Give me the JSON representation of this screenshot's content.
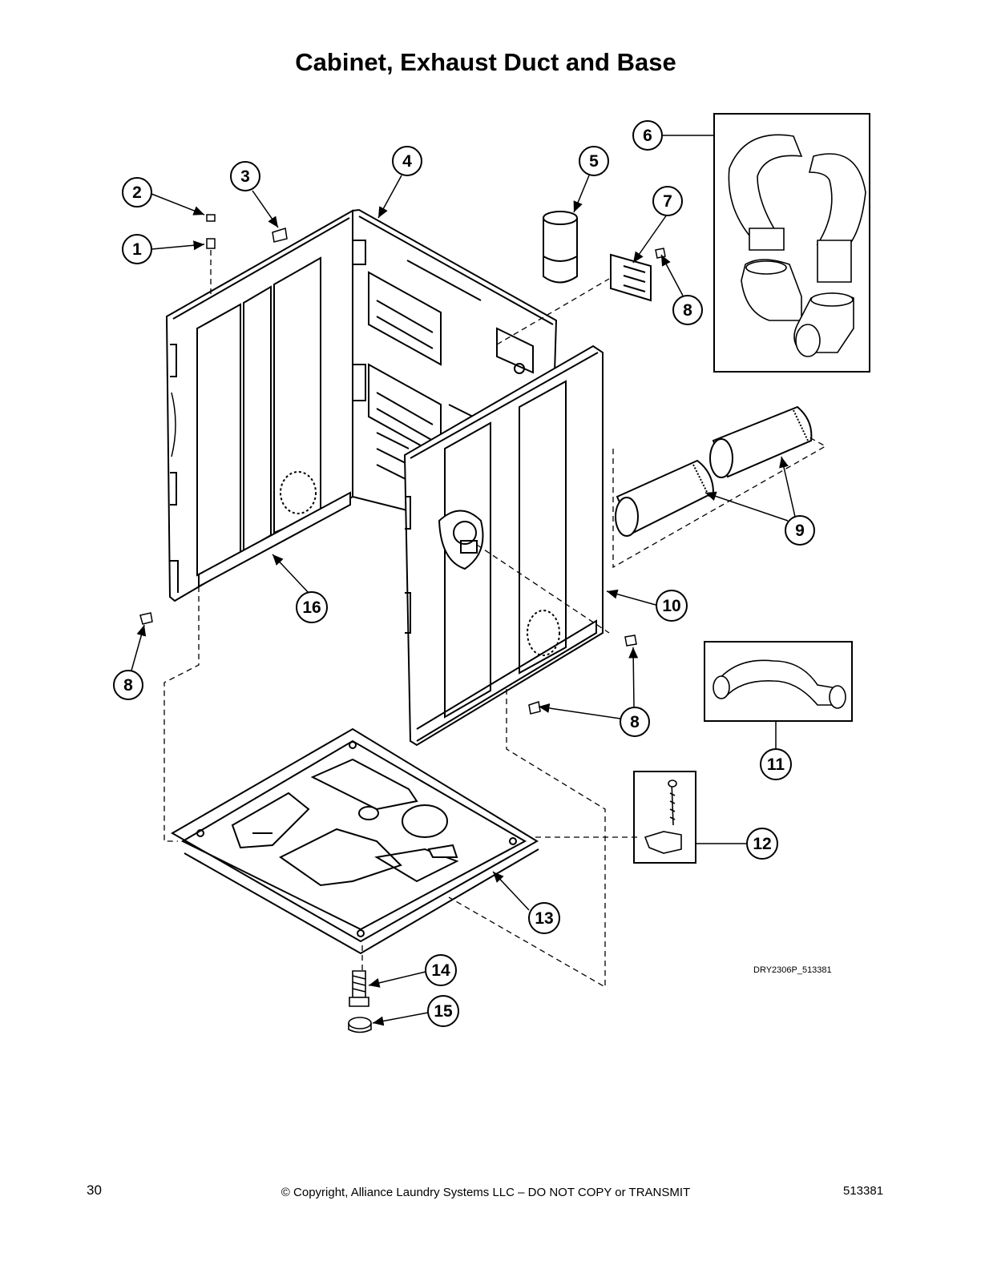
{
  "title": "Cabinet, Exhaust Duct and Base",
  "figure_id": "DRY2306P_513381",
  "footer": {
    "page_number": "30",
    "copyright": "© Copyright, Alliance Laundry Systems LLC – DO NOT COPY or TRANSMIT",
    "document_number": "513381"
  },
  "callouts": [
    {
      "key": "c1",
      "label": "1"
    },
    {
      "key": "c2",
      "label": "2"
    },
    {
      "key": "c3",
      "label": "3"
    },
    {
      "key": "c4",
      "label": "4"
    },
    {
      "key": "c5",
      "label": "5"
    },
    {
      "key": "c6",
      "label": "6"
    },
    {
      "key": "c7",
      "label": "7"
    },
    {
      "key": "c8a",
      "label": "8"
    },
    {
      "key": "c8b",
      "label": "8"
    },
    {
      "key": "c8c",
      "label": "8"
    },
    {
      "key": "c8d",
      "label": "8"
    },
    {
      "key": "c9",
      "label": "9"
    },
    {
      "key": "c10",
      "label": "10"
    },
    {
      "key": "c11",
      "label": "11"
    },
    {
      "key": "c12",
      "label": "12"
    },
    {
      "key": "c13",
      "label": "13"
    },
    {
      "key": "c14",
      "label": "14"
    },
    {
      "key": "c15",
      "label": "15"
    },
    {
      "key": "c16",
      "label": "16"
    }
  ]
}
